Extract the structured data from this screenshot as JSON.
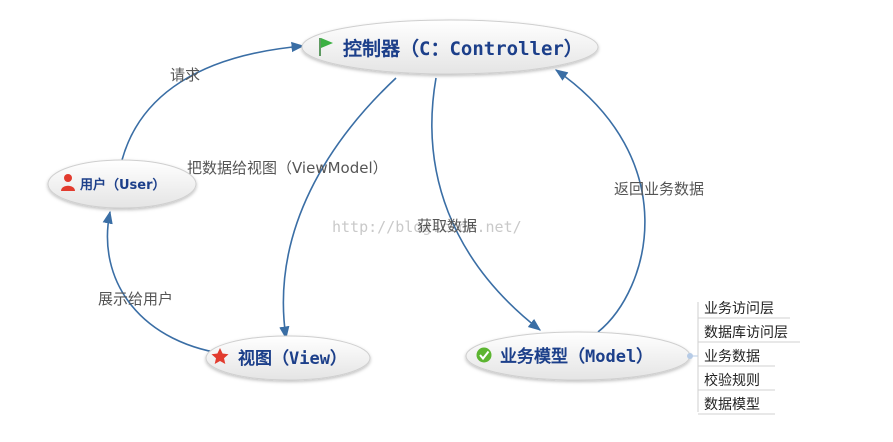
{
  "nodes": {
    "controller": {
      "label": "控制器（C：Controller）"
    },
    "user": {
      "label": "用户（User）"
    },
    "view": {
      "label": "视图（View）"
    },
    "model": {
      "label": "业务模型（Model）"
    }
  },
  "edges": {
    "request": "请求",
    "give_view": "把数据给视图（ViewModel）",
    "get_data": "获取数据",
    "return_data": "返回业务数据",
    "show_user": "展示给用户"
  },
  "model_branches": [
    "业务访问层",
    "数据库访问层",
    "业务数据",
    "校验规则",
    "数据模型"
  ],
  "watermark": "http://blog.csdn.net/",
  "icons": {
    "controller": "flag-icon",
    "user": "person-icon",
    "view": "star-icon",
    "model": "check-circle-icon"
  },
  "colors": {
    "node_text": "#1c3f8a",
    "edge": "#3a6ea5",
    "flag": "#3cb043",
    "person": "#e23b2e",
    "star": "#e23b2e",
    "check": "#5cb531"
  }
}
